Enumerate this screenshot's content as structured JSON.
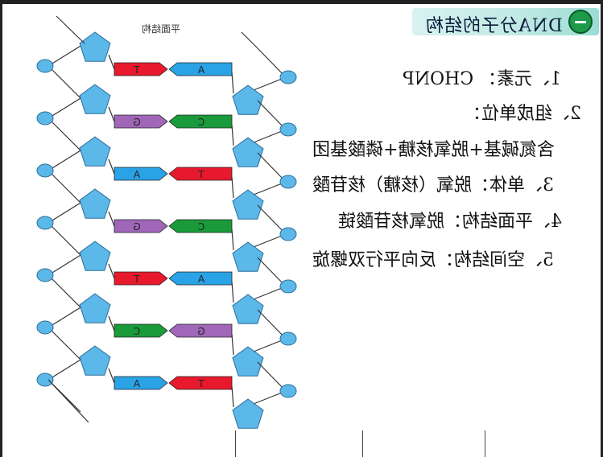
{
  "header": {
    "badge_text": "DNA分子的结构",
    "badge_icon": "dash-icon",
    "accent": "#1c9a4a"
  },
  "diagram": {
    "title": "平面结构",
    "pairs": [
      {
        "left": "T",
        "right": "A",
        "left_color": "#e8192c",
        "right_color": "#2aa3e6"
      },
      {
        "left": "G",
        "right": "C",
        "left_color": "#a066b8",
        "right_color": "#1a9a3a"
      },
      {
        "left": "A",
        "right": "T",
        "left_color": "#2aa3e6",
        "right_color": "#e8192c"
      },
      {
        "left": "G",
        "right": "C",
        "left_color": "#a066b8",
        "right_color": "#1a9a3a"
      },
      {
        "left": "T",
        "right": "A",
        "left_color": "#e8192c",
        "right_color": "#2aa3e6"
      },
      {
        "left": "C",
        "right": "G",
        "left_color": "#1a9a3a",
        "right_color": "#a066b8"
      },
      {
        "left": "A",
        "right": "T",
        "left_color": "#2aa3e6",
        "right_color": "#e8192c"
      }
    ],
    "sugar_color": "#5bb8e8",
    "phosphate_color": "#5bb8e8"
  },
  "content": {
    "lines": [
      "1、元素： CHONP",
      "2、组成单位：",
      "含氮碱基+脱氧核糖+磷酸基团",
      "3、单体：脱氧（核糖）核苷酸",
      "4、平面结构：脱氧核苷酸链",
      "5、空间结构：反向平行双螺旋"
    ]
  }
}
